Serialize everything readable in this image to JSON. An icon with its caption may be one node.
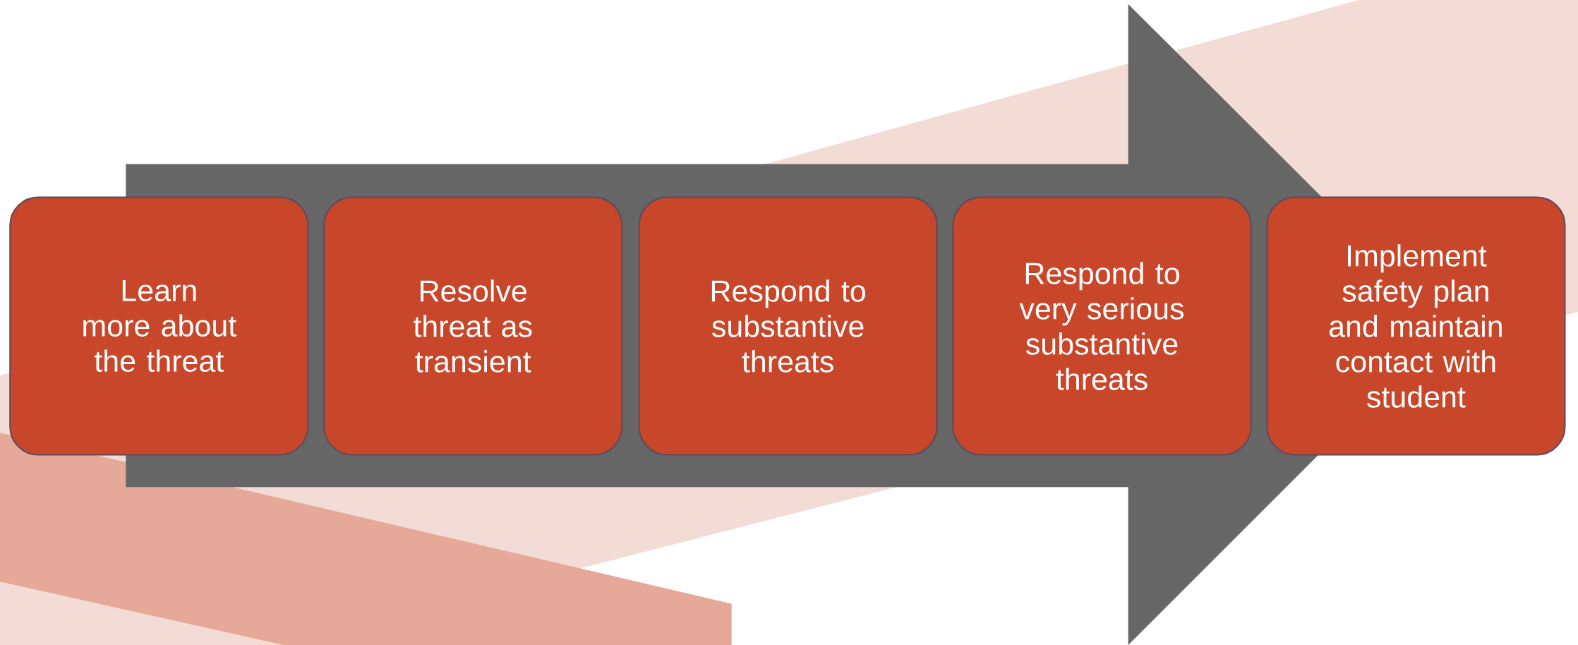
{
  "diagram": {
    "nodes": [
      {
        "text": [
          "Learn more about the threat"
        ]
      },
      {
        "text": [
          "Resolve threat as transient"
        ]
      },
      {
        "text": [
          "Respond to substantive threats"
        ]
      },
      {
        "text": [
          "Respond to very serious substantive threats"
        ]
      },
      {
        "text": [
          "Implement safety plan and maintain contact with student"
        ]
      }
    ],
    "edges": [
      {
        "from": 0,
        "to": 4,
        "arrow": "to"
      }
    ]
  }
}
